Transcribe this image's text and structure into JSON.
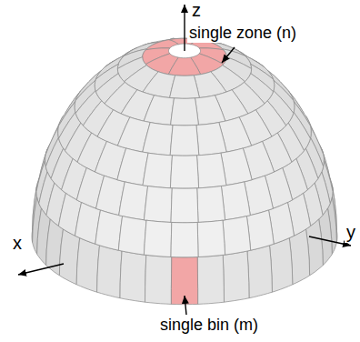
{
  "diagram": {
    "labels": [
      "z",
      "single zone (n)",
      "x",
      "y",
      "single bin (m)"
    ]
  }
}
